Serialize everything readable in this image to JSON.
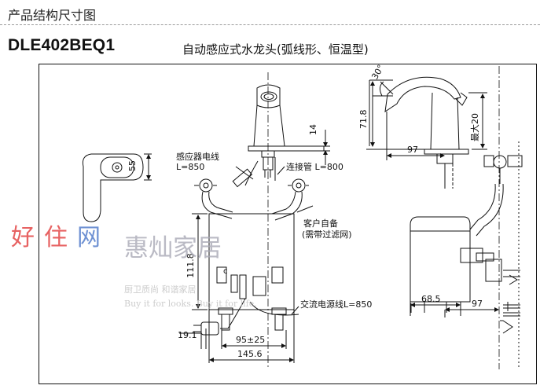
{
  "header": {
    "title": "产品结构尺寸图"
  },
  "product": {
    "model": "DLE402BEQ1",
    "description": "自动感应式水龙头(弧线形、恒温型)"
  },
  "labels": {
    "dim_55": "55",
    "dim_14": "14",
    "sensor_wire_line1": "感应器电线",
    "sensor_wire_line2": "L=850",
    "connector_pipe": "连接管 L=800",
    "customer_supply_line1": "客户自备",
    "customer_supply_line2": "(需带过滤网)",
    "dim_111_8": "111.8",
    "ac_power_line": "交流电源线L=850",
    "dim_19_1": "19.1",
    "dim_95_25": "95±25",
    "dim_145_6": "145.6",
    "dim_30": "30°",
    "dim_71_8": "71.8",
    "dim_97_top": "97",
    "dim_max20": "最大20",
    "dim_68_5": "68.5",
    "dim_97_bottom": "97",
    "c_mark": "c"
  },
  "watermark": {
    "brand_a": "好",
    "brand_b": "住",
    "brand_c": "网",
    "cn": "惠灿家居",
    "slogan_cn": "厨卫质尚  和谐家居",
    "slogan_en": "Buy it for looks. Buy it for life."
  },
  "colors": {
    "line": "#111111",
    "watermark_red": "#e23c3c",
    "watermark_blue": "#4d78c9",
    "watermark_gray": "#a9a9b6",
    "frame_bg": "#ffffff"
  }
}
